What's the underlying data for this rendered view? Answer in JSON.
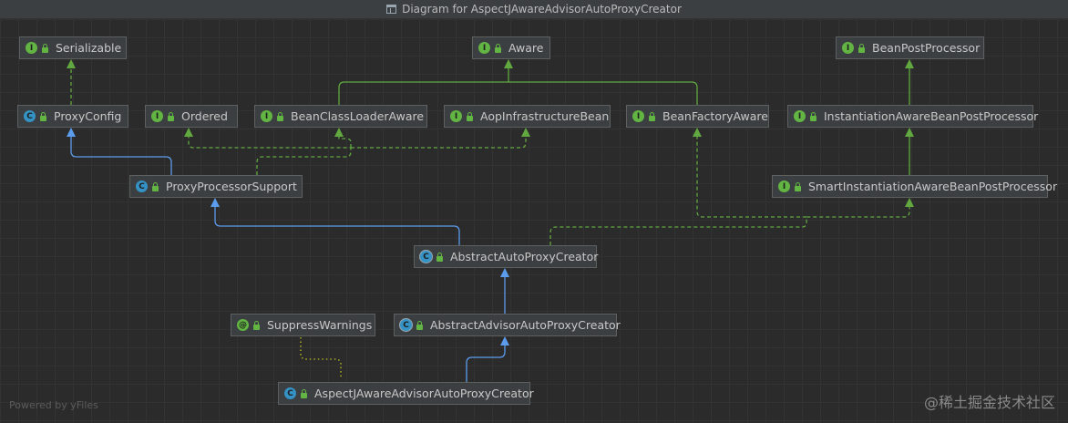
{
  "window": {
    "title": "Diagram for AspectJAwareAdvisorAutoProxyCreator"
  },
  "colors": {
    "extends_line": "#5c9ced",
    "implements_line": "#62a840",
    "annotation_line": "#a8a828"
  },
  "nodes": {
    "serializable": {
      "label": "Serializable",
      "kind": "I"
    },
    "aware": {
      "label": "Aware",
      "kind": "I"
    },
    "bean_post_processor": {
      "label": "BeanPostProcessor",
      "kind": "I"
    },
    "proxy_config": {
      "label": "ProxyConfig",
      "kind": "C"
    },
    "ordered": {
      "label": "Ordered",
      "kind": "I"
    },
    "bean_class_loader_aware": {
      "label": "BeanClassLoaderAware",
      "kind": "I"
    },
    "aop_infrastructure_bean": {
      "label": "AopInfrastructureBean",
      "kind": "I"
    },
    "bean_factory_aware": {
      "label": "BeanFactoryAware",
      "kind": "I"
    },
    "instantiation_aware_bpp": {
      "label": "InstantiationAwareBeanPostProcessor",
      "kind": "I"
    },
    "proxy_processor_support": {
      "label": "ProxyProcessorSupport",
      "kind": "C"
    },
    "smart_instantiation_aware_bpp": {
      "label": "SmartInstantiationAwareBeanPostProcessor",
      "kind": "I"
    },
    "abstract_auto_proxy_creator": {
      "label": "AbstractAutoProxyCreator",
      "kind": "C"
    },
    "suppress_warnings": {
      "label": "SuppressWarnings",
      "kind": "@"
    },
    "abstract_advisor_auto_proxy_creator": {
      "label": "AbstractAdvisorAutoProxyCreator",
      "kind": "C"
    },
    "aspectj_aware_advisor_auto_proxy_creator": {
      "label": "AspectJAwareAdvisorAutoProxyCreator",
      "kind": "C"
    }
  },
  "watermarks": {
    "left": "Powered by yFiles",
    "right": "@稀土掘金技术社区"
  }
}
